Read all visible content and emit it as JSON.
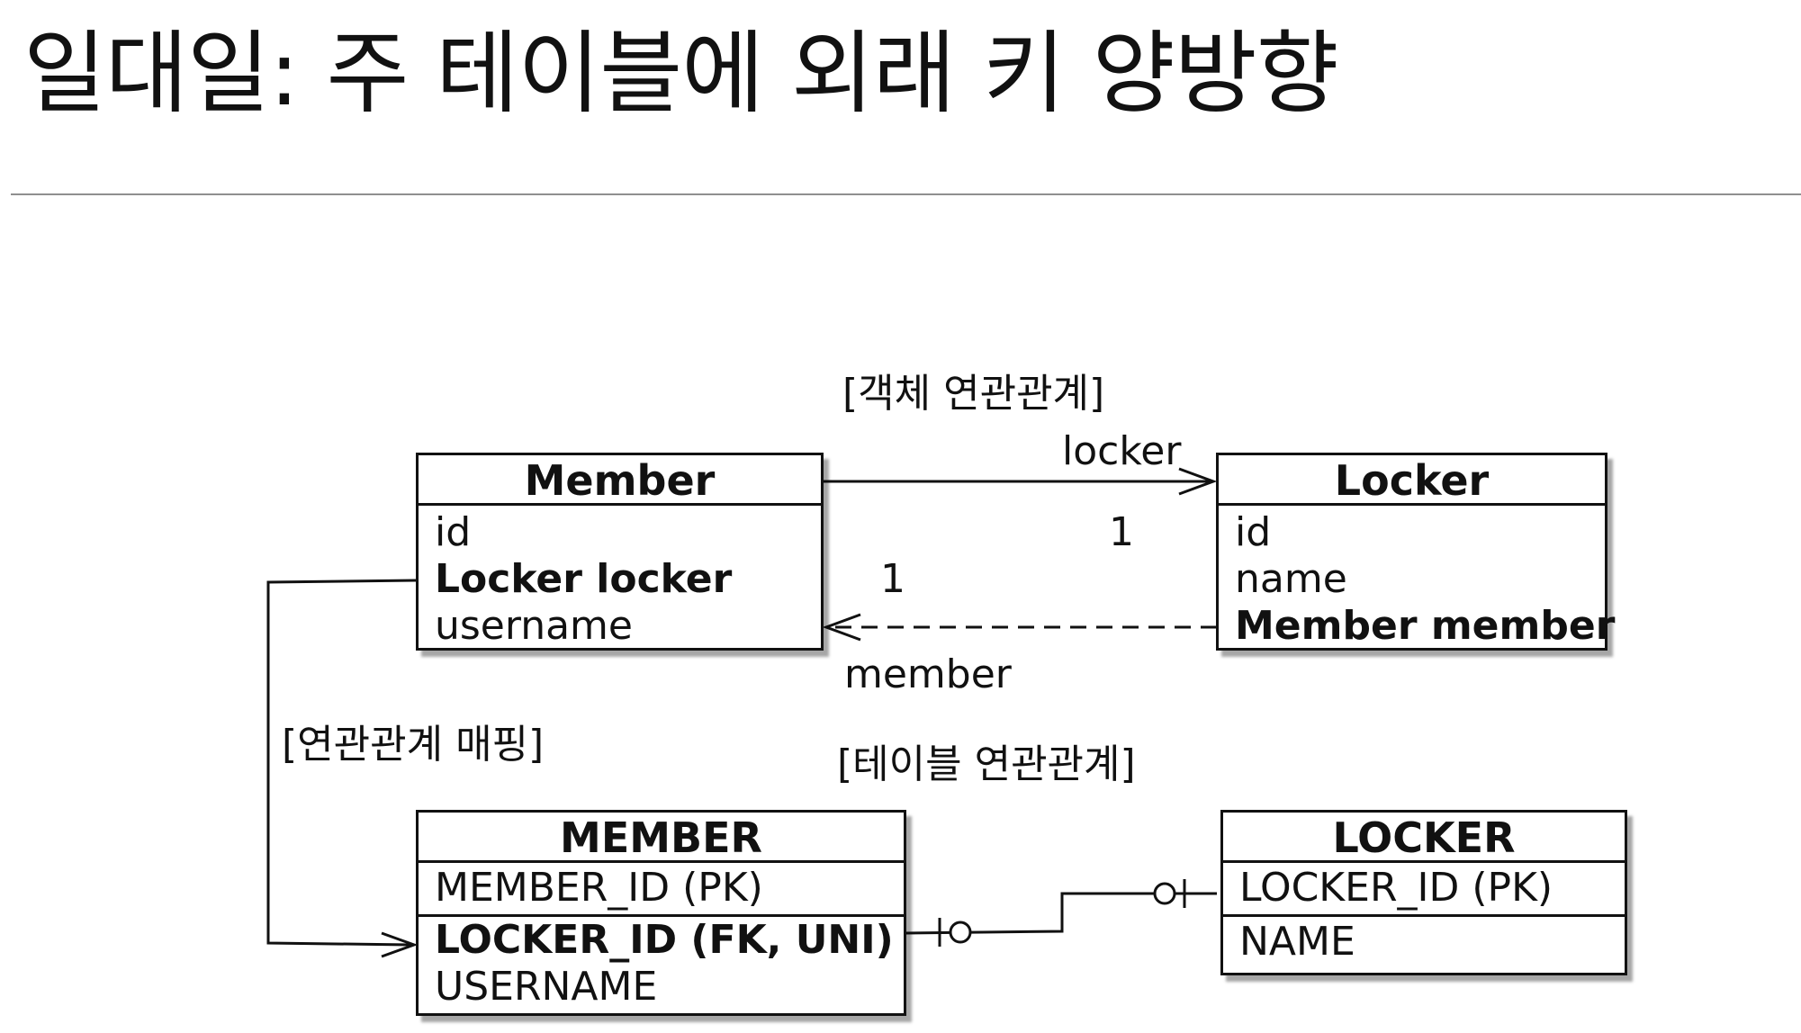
{
  "slide": {
    "title": "일대일: 주 테이블에 외래 키 양방향"
  },
  "diagram": {
    "object_section_label": "[객체 연관관계]",
    "table_section_label": "[테이블 연관관계]",
    "mapping_label": "[연관관계 매핑]",
    "entities": {
      "member": {
        "name": "Member",
        "fields": [
          "id",
          "Locker locker",
          "username"
        ]
      },
      "locker": {
        "name": "Locker",
        "fields": [
          "id",
          "name",
          "Member member"
        ]
      }
    },
    "tables": {
      "member": {
        "name": "MEMBER",
        "pk": "MEMBER_ID (PK)",
        "fk": "LOCKER_ID (FK, UNI)",
        "column": "USERNAME"
      },
      "locker": {
        "name": "LOCKER",
        "pk": "LOCKER_ID (PK)",
        "column": "NAME"
      }
    },
    "associations": {
      "locker_ref": {
        "label": "locker",
        "multiplicity": "1"
      },
      "member_ref": {
        "label": "member",
        "multiplicity": "1"
      }
    }
  }
}
